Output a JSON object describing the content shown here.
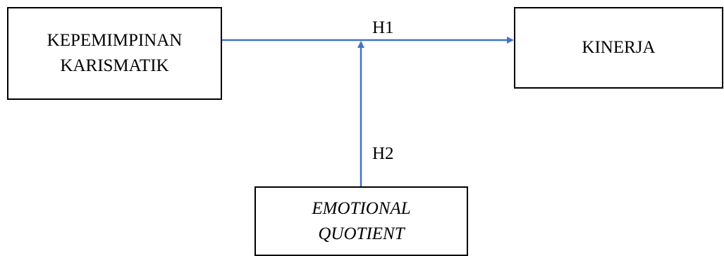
{
  "nodes": {
    "leadership": {
      "line1": "KEPEMIMPINAN",
      "line2": "KARISMATIK"
    },
    "performance": {
      "label": "KINERJA"
    },
    "moderator": {
      "line1": "EMOTIONAL",
      "line2": "QUOTIENT"
    }
  },
  "hypotheses": {
    "h1": "H1",
    "h2": "H2"
  },
  "colors": {
    "arrow": "#4472c4",
    "box_border": "#000000"
  }
}
